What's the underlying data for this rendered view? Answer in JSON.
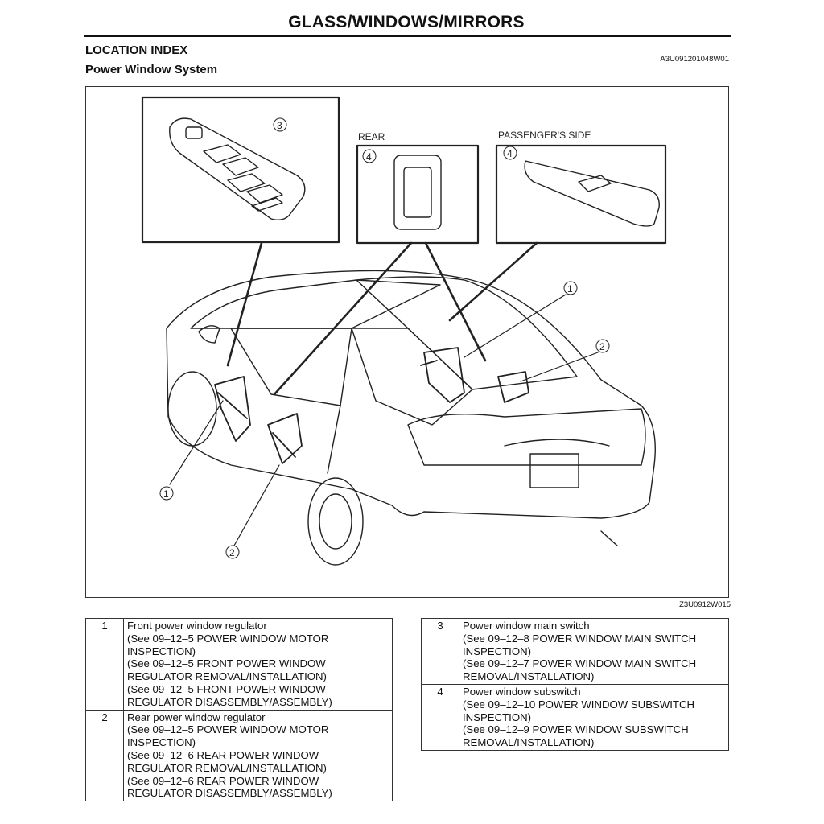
{
  "header": {
    "title": "GLASS/WINDOWS/MIRRORS",
    "section": "LOCATION INDEX",
    "subsection": "Power Window System",
    "doc_code": "A3U091201048W01"
  },
  "figure": {
    "code": "Z3U0912W015",
    "label_rear": "REAR",
    "label_passenger": "PASSENGER'S SIDE",
    "callouts": {
      "c1": "1",
      "c2": "2",
      "c3": "3",
      "c4": "4"
    }
  },
  "legend": {
    "left": [
      {
        "num": "1",
        "text": "Front power window regulator\n(See 09–12–5 POWER WINDOW MOTOR\nINSPECTION)\n(See 09–12–5 FRONT POWER WINDOW\nREGULATOR REMOVAL/INSTALLATION)\n(See 09–12–5 FRONT POWER WINDOW\nREGULATOR DISASSEMBLY/ASSEMBLY)"
      },
      {
        "num": "2",
        "text": "Rear power window regulator\n(See 09–12–5 POWER WINDOW MOTOR\nINSPECTION)\n(See 09–12–6 REAR POWER WINDOW\nREGULATOR REMOVAL/INSTALLATION)\n(See 09–12–6 REAR POWER WINDOW\nREGULATOR DISASSEMBLY/ASSEMBLY)"
      }
    ],
    "right": [
      {
        "num": "3",
        "text": "Power window main switch\n(See 09–12–8 POWER WINDOW MAIN SWITCH\nINSPECTION)\n(See 09–12–7 POWER WINDOW MAIN SWITCH\nREMOVAL/INSTALLATION)"
      },
      {
        "num": "4",
        "text": "Power window subswitch\n(See 09–12–10 POWER WINDOW SUBSWITCH\nINSPECTION)\n(See 09–12–9 POWER WINDOW SUBSWITCH\nREMOVAL/INSTALLATION)"
      }
    ]
  }
}
